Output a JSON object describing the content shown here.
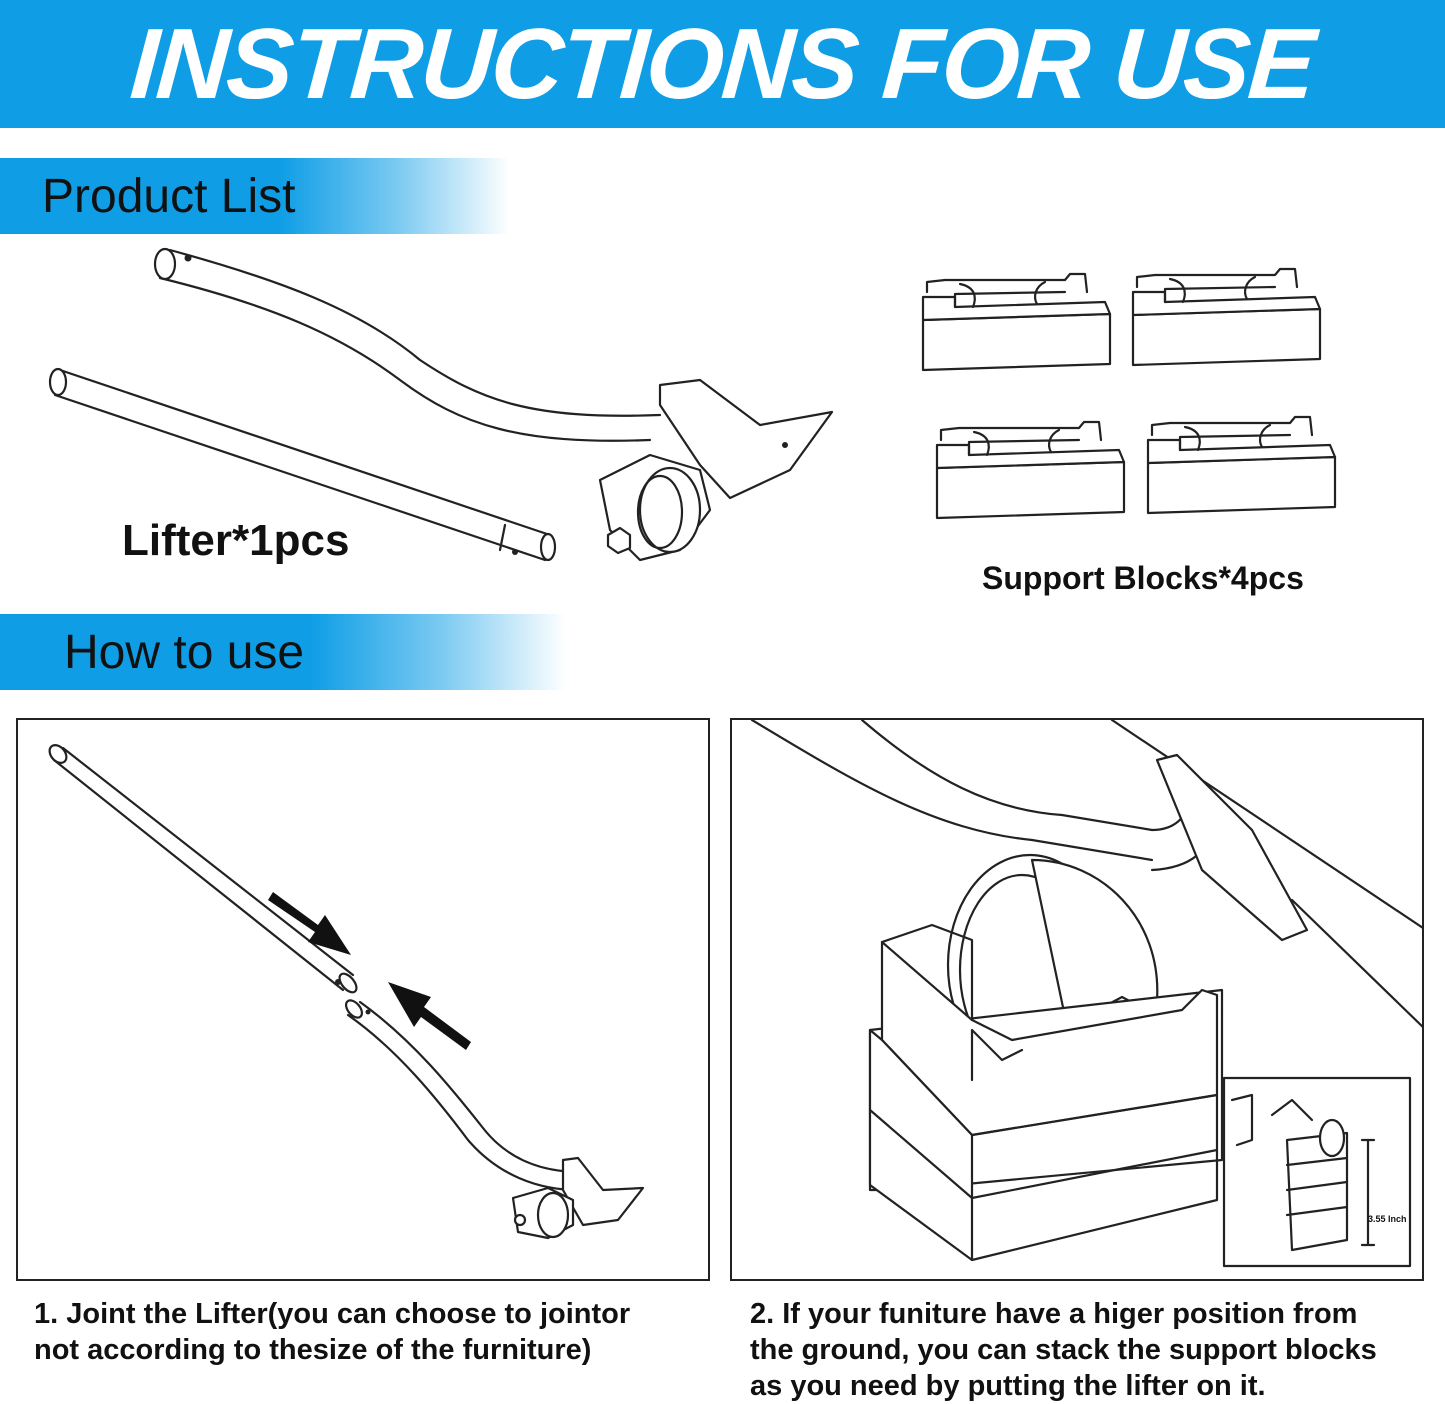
{
  "header": {
    "title": "INSTRUCTIONS FOR USE"
  },
  "product_list": {
    "heading": "Product List",
    "lifter_label": "Lifter*1pcs",
    "blocks_label": "Support Blocks*4pcs"
  },
  "how_to_use": {
    "heading": "How to use",
    "steps": [
      {
        "line1": "1. Joint the Lifter(you can choose to jointor",
        "line2": "not according to thesize of the furniture)",
        "line3": ""
      },
      {
        "line1": "2. If your funiture have a higer position from",
        "line2": "the ground, you can stack the support blocks",
        "line3": "as you need by putting the lifter on it."
      }
    ],
    "inset_dimension": "3.55 Inch"
  },
  "colors": {
    "accent": "#0f9ee6",
    "text": "#111111",
    "background": "#ffffff"
  },
  "icons": [
    "lifter-illustration",
    "support-block-illustration",
    "arrow-icon"
  ]
}
